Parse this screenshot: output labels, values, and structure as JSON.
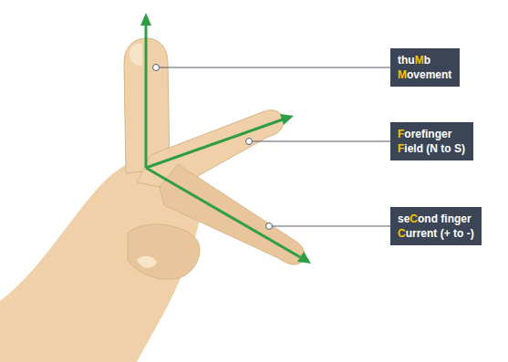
{
  "diagram": {
    "nodes": [
      {
        "text": [
          "thuMb",
          "Movement"
        ]
      },
      {
        "text": [
          "Forefinger",
          "Field (N to S)"
        ]
      },
      {
        "text": [
          "seCond finger",
          "Current (+ to -)"
        ]
      }
    ]
  }
}
